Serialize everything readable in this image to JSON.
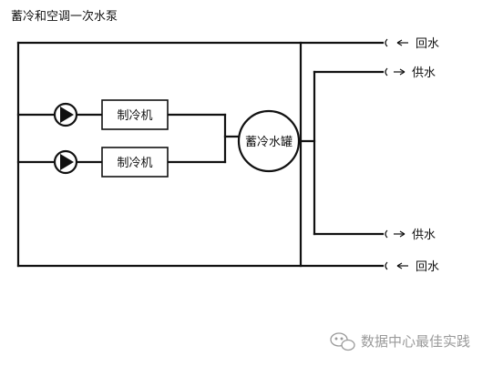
{
  "title": "蓄冷和空调一次水泵",
  "chillers": [
    "制冷机",
    "制冷机"
  ],
  "tank_label": "蓄冷水罐",
  "flows": {
    "return_top": "回水",
    "supply_top": "供水",
    "supply_bottom": "供水",
    "return_bottom": "回水"
  },
  "watermark": "数据中心最佳实践",
  "watermark_icon": "wechat-icon",
  "colors": {
    "line": "#111111",
    "text": "#111111",
    "watermark": "#9a9a9a"
  }
}
